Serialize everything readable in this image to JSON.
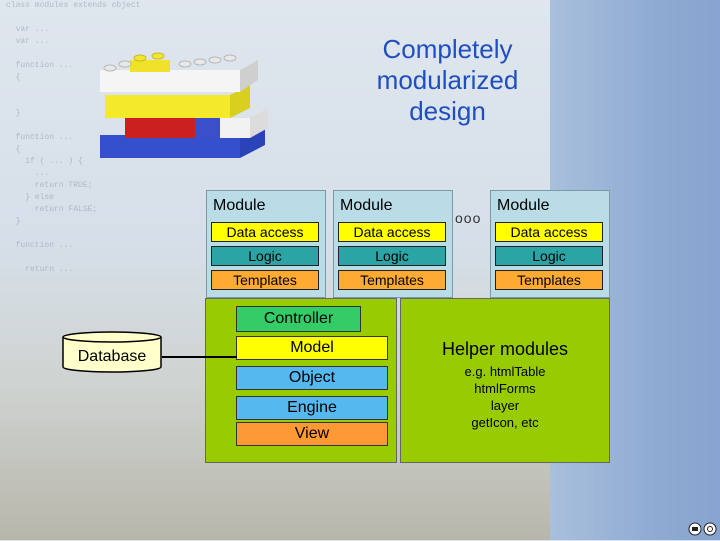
{
  "title_lines": [
    "Completely",
    "modularized",
    "design"
  ],
  "code_text": [
    "class modules extends object",
    "",
    "  var ...",
    "  var ...",
    "",
    "  function ...",
    "  {",
    "",
    "",
    "  }",
    "",
    "  function ...",
    "  {",
    "    if ( ... ) {",
    "      ...",
    "      return TRUE;",
    "    } else",
    "      return FALSE;",
    "  }",
    "",
    "  function ...",
    "",
    "    return ..."
  ],
  "modules": [
    {
      "title": "Module",
      "data_access": "Data access",
      "logic": "Logic",
      "templates": "Templates"
    },
    {
      "title": "Module",
      "data_access": "Data access",
      "logic": "Logic",
      "templates": "Templates"
    },
    {
      "title": "Module",
      "data_access": "Data access",
      "logic": "Logic",
      "templates": "Templates"
    }
  ],
  "ellipsis": "ooo",
  "core": {
    "controller": "Controller",
    "model": "Model",
    "object": "Object",
    "engine": "Engine",
    "view": "View"
  },
  "database": "Database",
  "helper": {
    "title": "Helper modules",
    "items": [
      "e.g. htmlTable",
      "htmlForms",
      "layer",
      "getIcon, etc"
    ]
  },
  "colors": {
    "title": "#1f4fbf",
    "module_bg": "#b9dce6",
    "yellow": "#ffff00",
    "teal": "#2aa4a4",
    "orange": "#ffaa33",
    "green": "#99cc00",
    "controller": "#33cc66",
    "blue": "#55b8ee",
    "view": "#ff9933"
  },
  "icons": [
    "lego-bricks-icon",
    "database-cylinder-icon",
    "cc-license-icon"
  ]
}
